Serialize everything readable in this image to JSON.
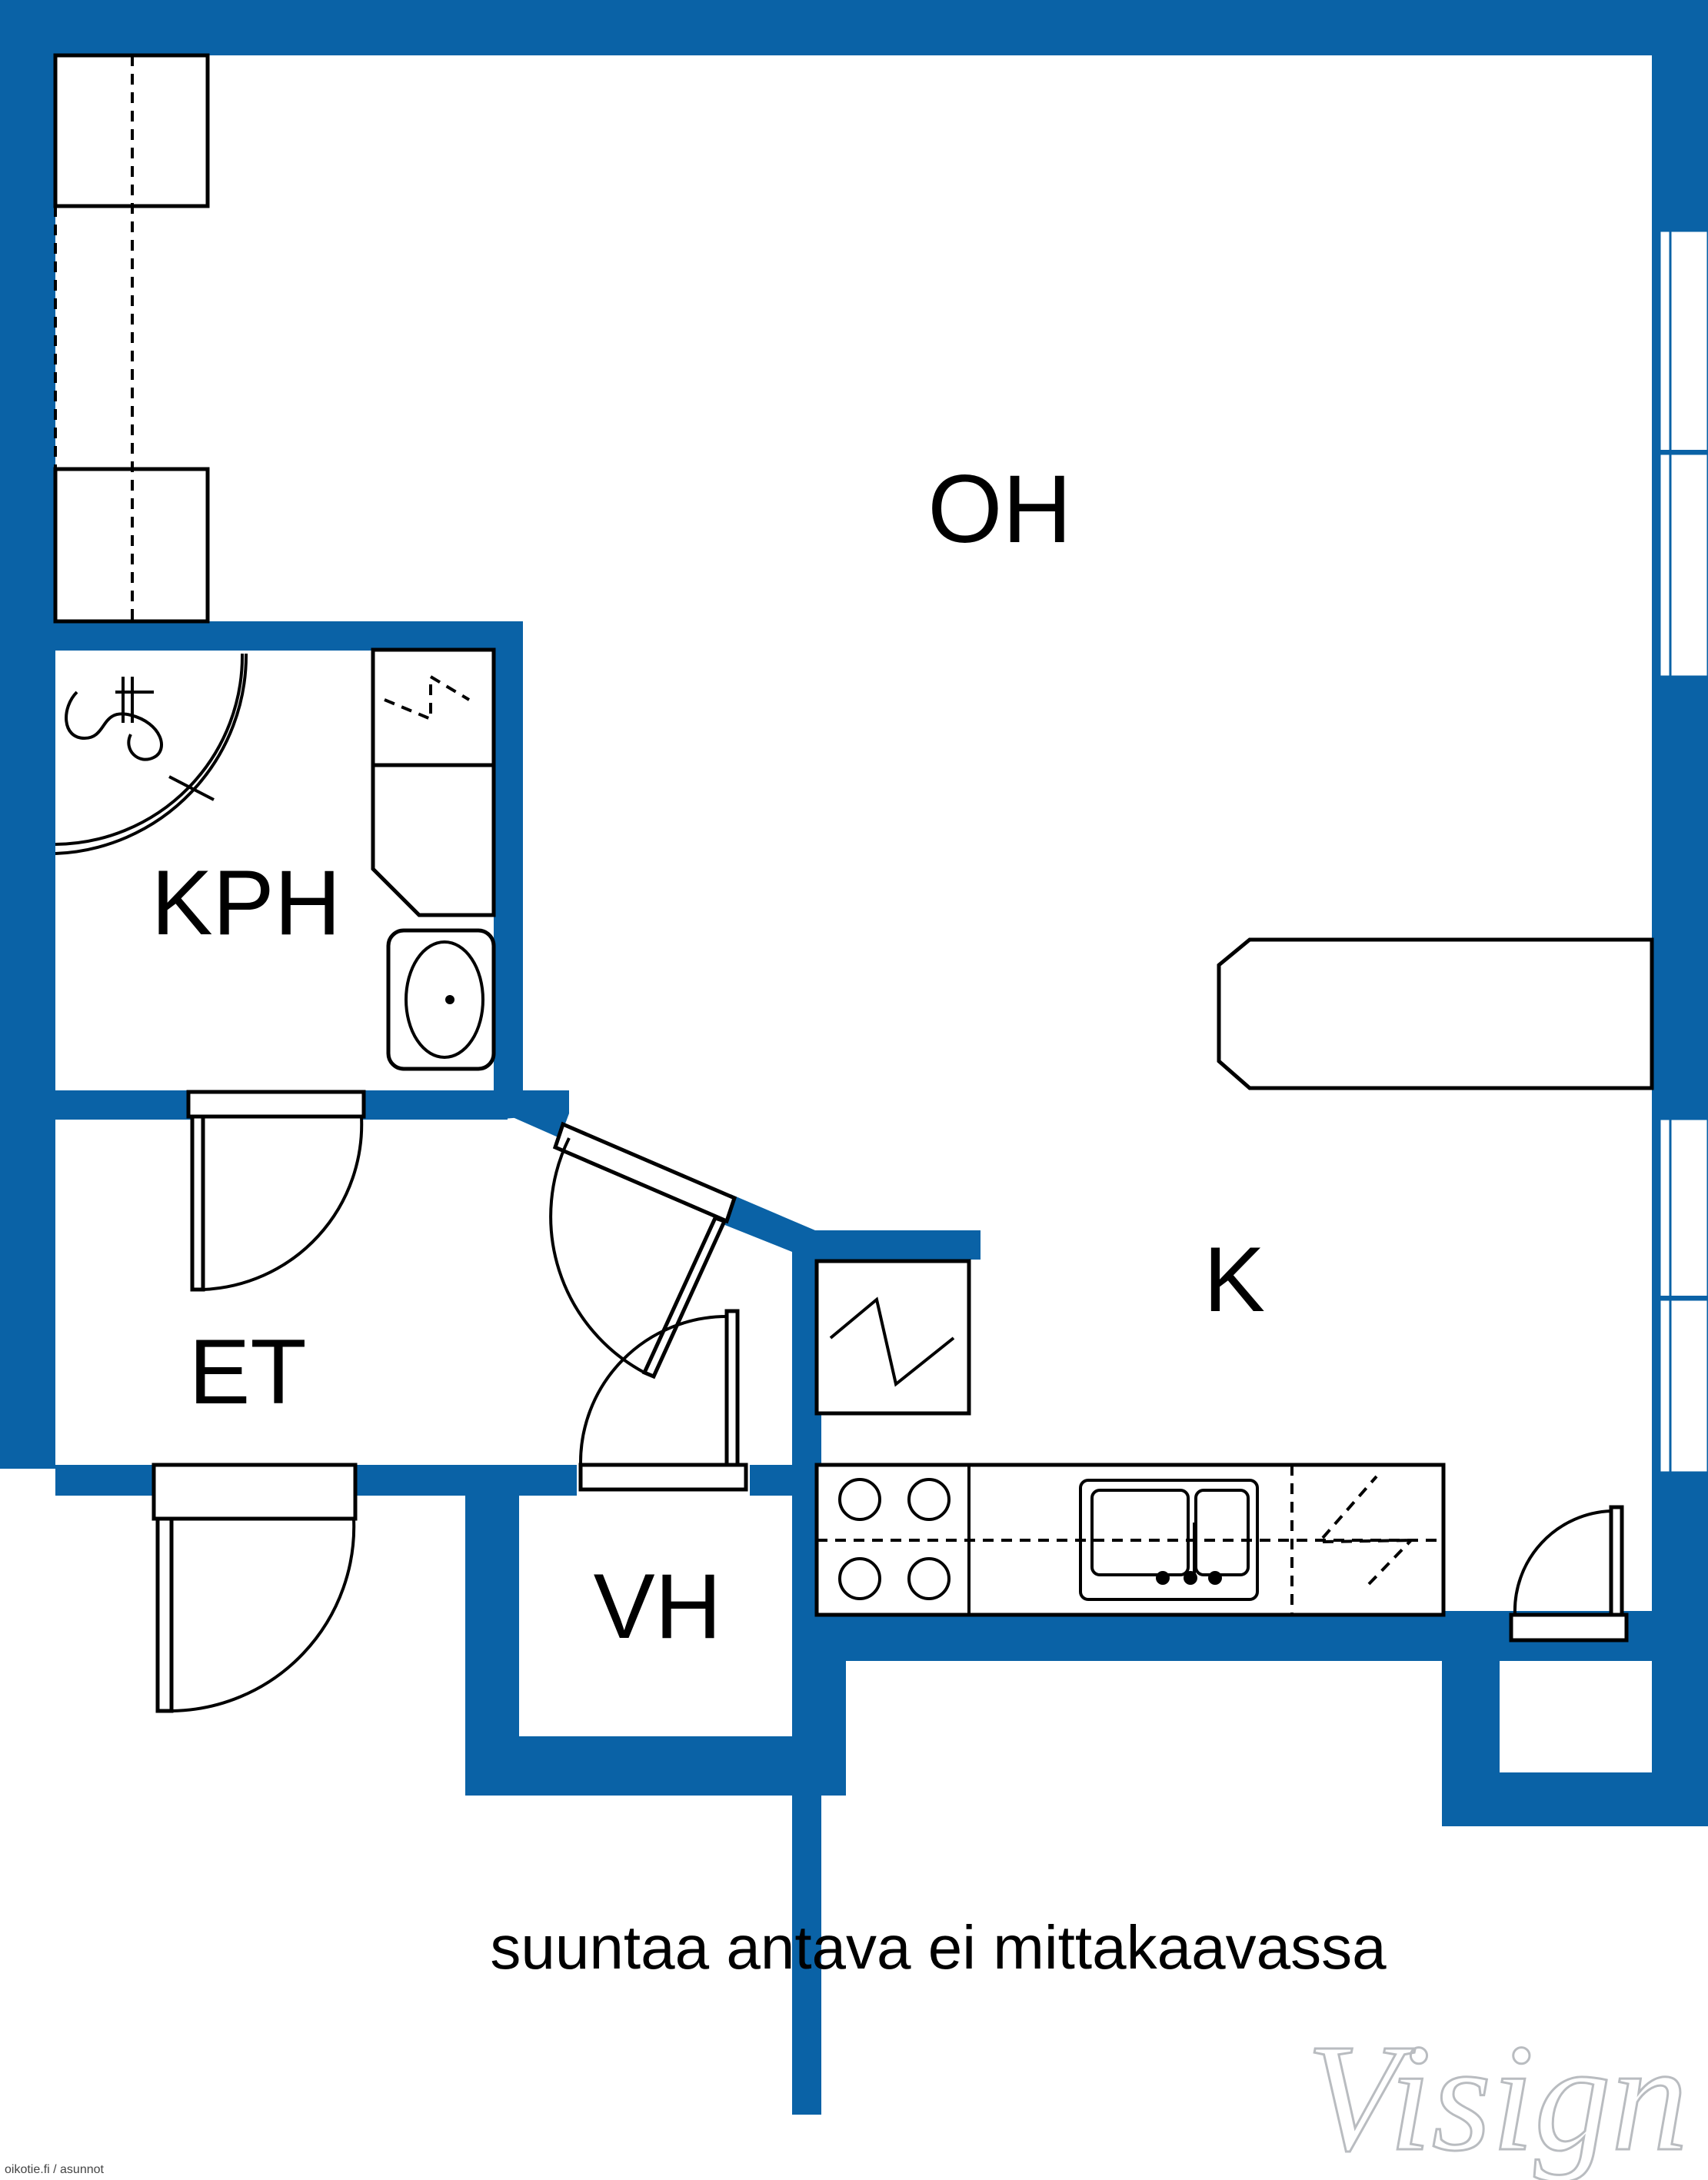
{
  "colors": {
    "wall": "#0a62a6",
    "ink": "#000000",
    "background": "#ffffff"
  },
  "rooms": {
    "oh": "OH",
    "kph": "KPH",
    "et": "ET",
    "vh": "VH",
    "k": "K"
  },
  "caption": "suuntaa antava ei mittakaavassa",
  "credit": "oikotie.fi / asunnot",
  "brand": "Visign"
}
